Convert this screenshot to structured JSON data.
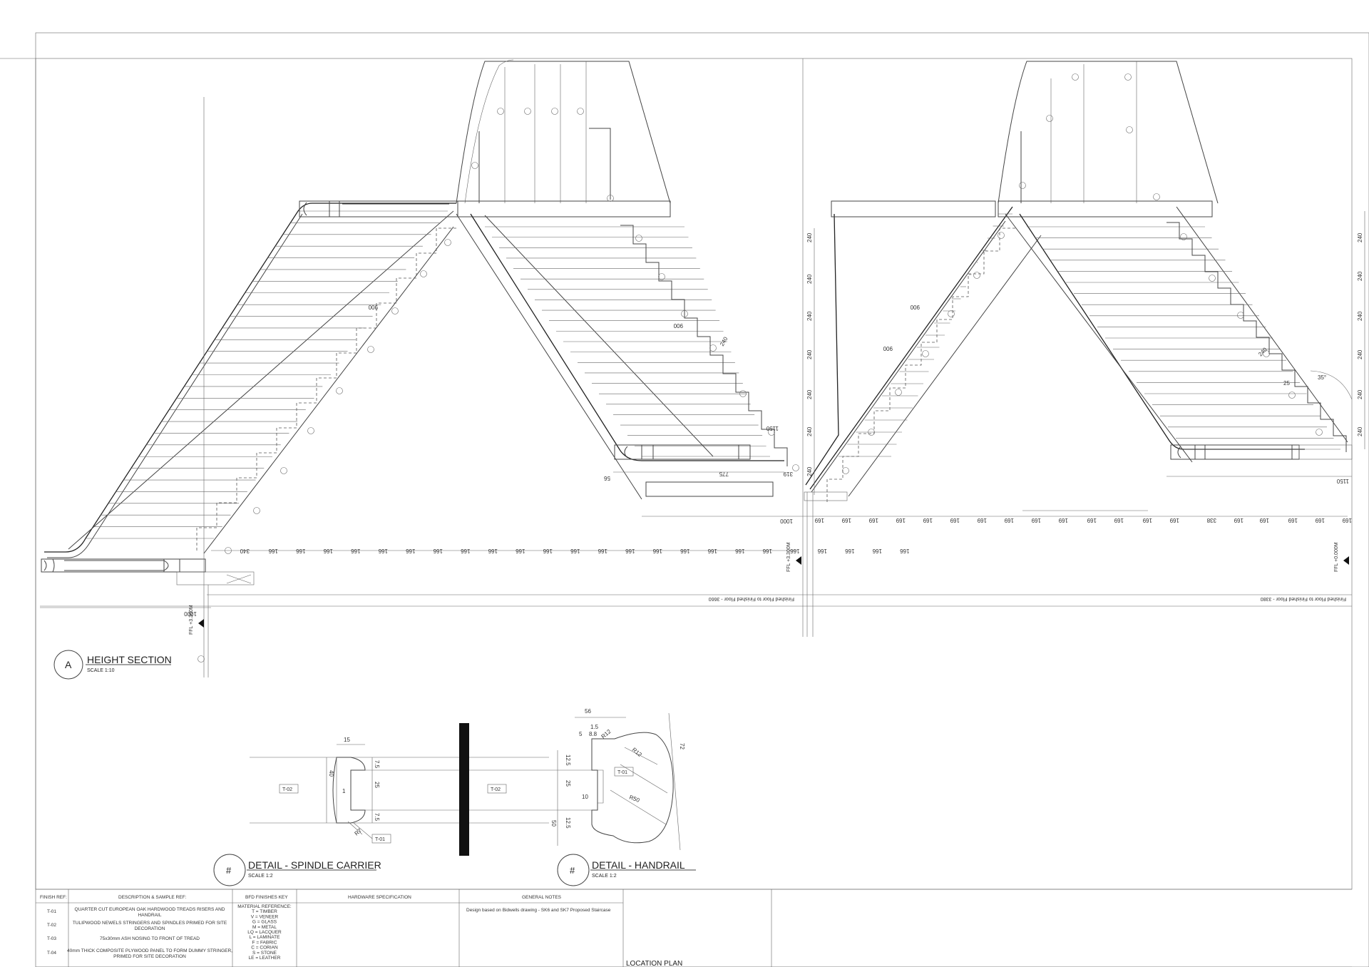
{
  "section_a": {
    "marker": "A",
    "title": "HEIGHT SECTION",
    "scale": "SCALE 1:10",
    "ffl_left": "FFL +3.300M",
    "ffl_mid": "FFL +3.300M",
    "ffl_right": "FFL +0.000M",
    "floor_note_left": "Finished Floor to Finished Floor - 3660",
    "floor_note_right": "Finished Floor to Finished Floor - 3380"
  },
  "dimensions": {
    "d_900": "900",
    "d_1000": "1000",
    "d_240": "240",
    "d_166": "166",
    "d_169": "169",
    "d_338": "338",
    "d_340": "340",
    "d_1150": "1150",
    "d_775": "775",
    "d_319": "319",
    "d_56": "56",
    "d_25": "25",
    "d_35": "35°"
  },
  "detail_spindle": {
    "marker": "#",
    "title": "DETAIL - SPINDLE CARRIER",
    "scale": "SCALE 1:2",
    "dim_15": "15",
    "dim_40": "40",
    "dim_7_5a": "7.5",
    "dim_25": "25",
    "dim_7_5b": "7.5",
    "dim_r7": "R7",
    "dim_1": "1",
    "tag_t02a": "T-02",
    "tag_t02b": "T-02",
    "tag_t01": "T-01"
  },
  "detail_handrail": {
    "marker": "#",
    "title": "DETAIL - HANDRAIL",
    "scale": "SCALE 1:2",
    "dim_56": "56",
    "dim_1_5": "1.5",
    "dim_5": "5",
    "dim_8_8": "8.8",
    "dim_r12a": "R12",
    "dim_r12b": "R12",
    "dim_72": "72",
    "dim_12_5a": "12.5",
    "dim_25": "25",
    "dim_10": "10",
    "dim_r50": "R50",
    "dim_50": "50",
    "dim_12_5b": "12.5",
    "tag_t01": "T-01"
  },
  "title_block": {
    "finish_ref_header": "FINISH REF:",
    "desc_header": "DESCRIPTION & SAMPLE REF:",
    "key_header": "BFD FINISHES KEY",
    "hardware_header": "HARDWARE SPECIFICATION",
    "notes_header": "GENERAL NOTES",
    "rows": [
      {
        "ref": "T-01",
        "desc": "QUARTER CUT EUROPEAN OAK HARDWOOD TREADS RISERS AND HANDRAIL"
      },
      {
        "ref": "T-02",
        "desc": "TULIPWOOD NEWELS STRINGERS AND SPINDLES PRIMED FOR SITE DECORATION"
      },
      {
        "ref": "T-03",
        "desc": "75x30mm ASH NOSING TO FRONT OF TREAD"
      },
      {
        "ref": "T-04",
        "desc": "40mm THICK COMPOSITE PLYWOOD PANEL TO FORM DUMMY STRINGER, PRIMED FOR SITE DECORATION"
      }
    ],
    "key_lines": [
      "MATERIAL REFERENCE:",
      "T = TIMBER",
      "V = VENEER",
      "G = GLASS",
      "M = METAL",
      "LQ = LACQUER",
      "L = LAMINATE",
      "F = FABRIC",
      "C = CORIAN",
      "S = STONE",
      "LE = LEATHER"
    ],
    "general_note": "Design based on Bidwells drawing - SK6 and SK7 Proposed Staircase",
    "location_plan": "LOCATION PLAN"
  }
}
